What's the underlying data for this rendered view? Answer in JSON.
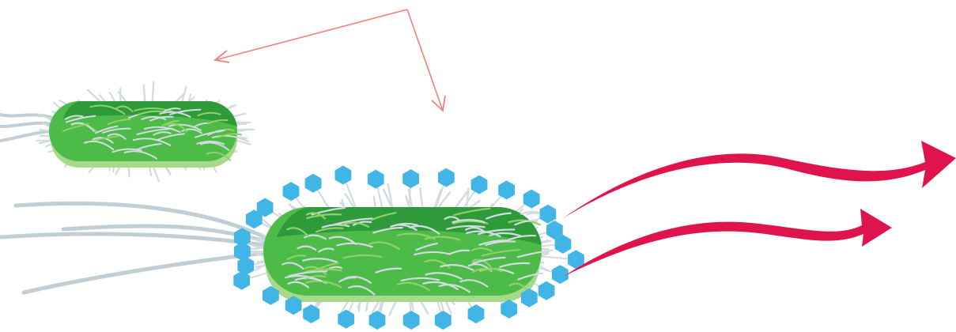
{
  "colors": {
    "background": "#ffffff",
    "bacterium_dark": "#2e9a3a",
    "bacterium_mid": "#4cbb48",
    "bacterium_light": "#8fd16b",
    "bacterium_shadow": "#a7d98a",
    "pili": "#d2dbe0",
    "flagella": "#c2ced4",
    "hexagon": "#41b6e6",
    "pointer_arrow": "#f08080",
    "motion_arrow": "#e0144c"
  },
  "elements": {
    "bacterium_small": {
      "icon": "bacterium-icon"
    },
    "bacterium_large": {
      "icon": "bacterium-icon",
      "bound_molecule_icon": "hexagon-molecule-icon",
      "bound_molecule_count": 31
    },
    "pointer_arrows": {
      "icon": "thin-arrow-icon",
      "count": 2
    },
    "motion_arrows": {
      "icon": "curved-arrow-icon",
      "count": 2
    }
  }
}
